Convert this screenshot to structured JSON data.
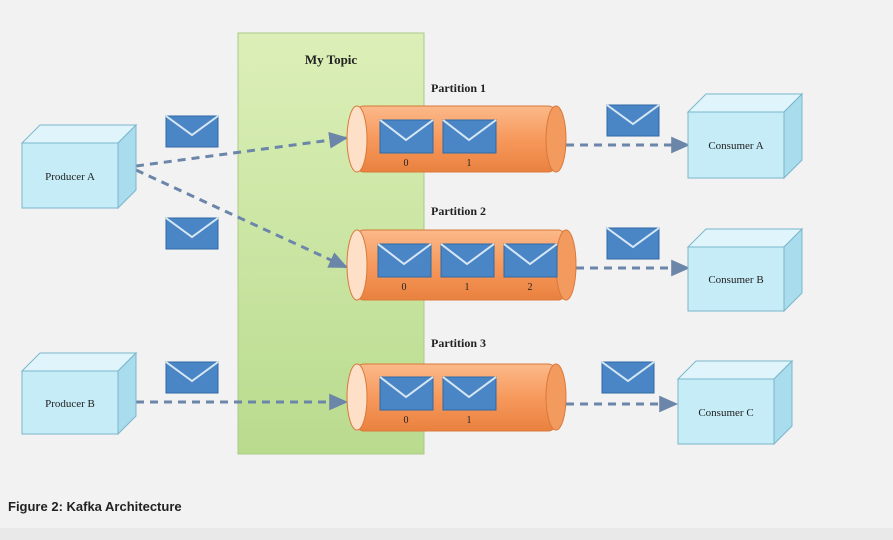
{
  "topic": {
    "title": "My Topic"
  },
  "producers": [
    {
      "label": "Producer A"
    },
    {
      "label": "Producer B"
    }
  ],
  "partitions": [
    {
      "label": "Partition 1",
      "offsets": [
        "0",
        "1"
      ]
    },
    {
      "label": "Partition 2",
      "offsets": [
        "0",
        "1",
        "2"
      ]
    },
    {
      "label": "Partition 3",
      "offsets": [
        "0",
        "1"
      ]
    }
  ],
  "consumers": [
    {
      "label": "Consumer A"
    },
    {
      "label": "Consumer B"
    },
    {
      "label": "Consumer C"
    }
  ],
  "caption": "Figure 2: Kafka Architecture",
  "colors": {
    "topic_fill": "#d6e9b4",
    "partition_fill": "#f8a169",
    "box_fill": "#c6ecf7",
    "envelope_fill": "#4a86c5",
    "arrow": "#6b86a8"
  }
}
